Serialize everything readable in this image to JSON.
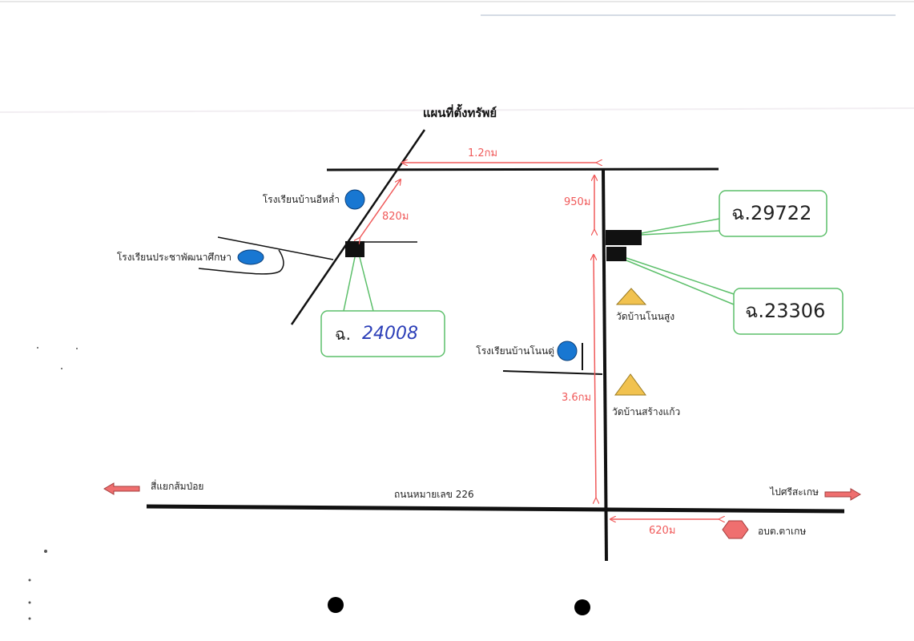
{
  "title": "แผนที่ตั้งทรัพย์",
  "colors": {
    "road": "#111111",
    "distance": "#f05a5a",
    "callout_border": "#5cbf6a",
    "school": "#1877d2",
    "temple": "#f1c24f",
    "office": "#ef6f6f"
  },
  "parcels": {
    "p1": {
      "prefix": "ฉ.",
      "number": "29722"
    },
    "p2": {
      "prefix": "ฉ.",
      "number": "23306"
    },
    "p3": {
      "prefix": "ฉ.",
      "number": "24008"
    }
  },
  "distances": {
    "d1": "1.2กม",
    "d2": "950ม",
    "d3": "820ม",
    "d4": "3.6กม",
    "d5": "620ม"
  },
  "places": {
    "school1": "โรงเรียนบ้านอีหล่ำ",
    "school2": "โรงเรียนประชาพัฒนาศึกษา",
    "school3": "โรงเรียนบ้านโนนดู่",
    "temple1": "วัดบ้านโนนสูง",
    "temple2": "วัดบ้านสร้างแก้ว",
    "office": "อบต.ตาเกษ"
  },
  "roads": {
    "highway": "ถนนหมายเลข 226",
    "left_dest": "สี่แยกส้มป่อย",
    "right_dest": "ไปศรีสะเกษ"
  },
  "icons": {
    "school": "circle",
    "temple": "triangle",
    "office": "hexagon",
    "direction": "arrow"
  }
}
